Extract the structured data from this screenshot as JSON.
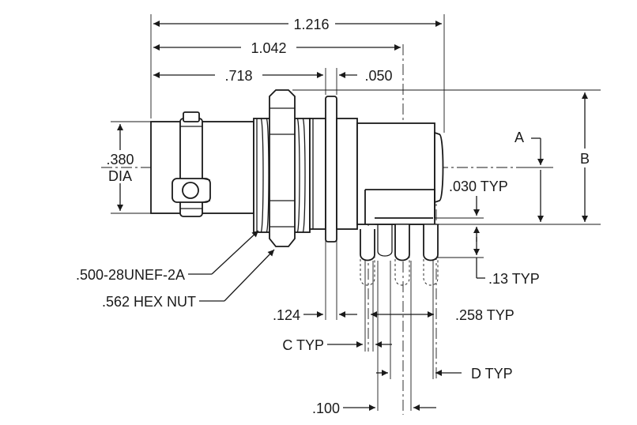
{
  "dimensions": {
    "overall_length": "1.216",
    "length_to_pin_center": "1.042",
    "front_length": ".718",
    "washer_gap": ".050",
    "outer_diameter": ".380",
    "diameter_suffix": "DIA",
    "thread_spec": ".500-28UNEF-2A",
    "hex_nut": ".562 HEX NUT",
    "flange_thickness": ".124",
    "pin_offset": ".030 TYP",
    "pin_length": ".13 TYP",
    "pin_spacing": ".258 TYP",
    "pin_width_c": "C TYP",
    "pin_diameter_d": "D TYP",
    "pin_pitch": ".100",
    "height_a": "A",
    "height_b": "B"
  }
}
